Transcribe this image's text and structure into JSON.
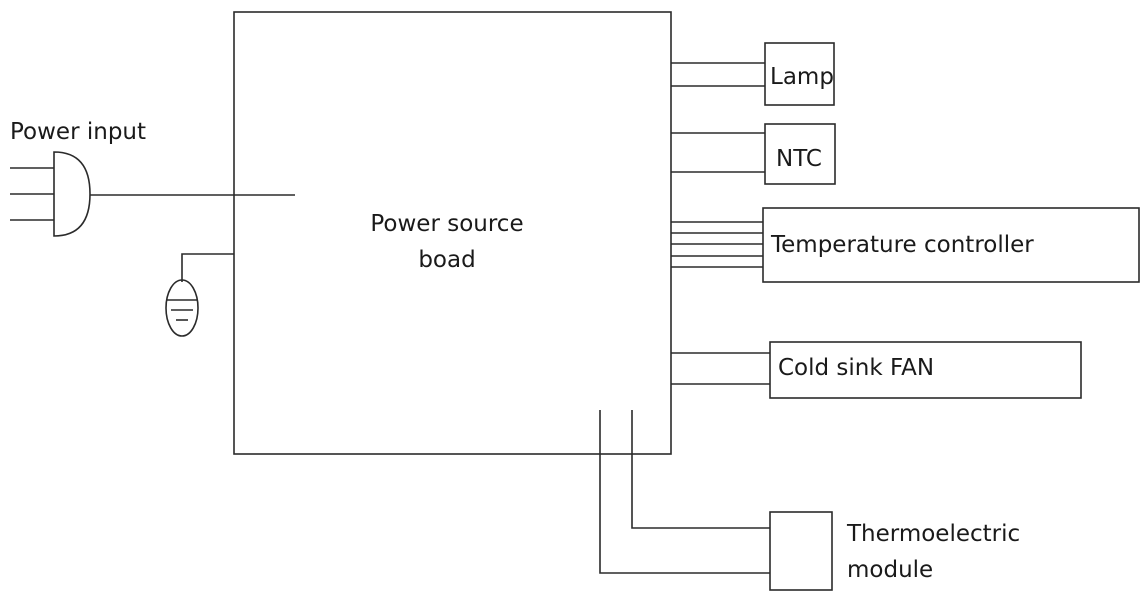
{
  "labels": {
    "power_input": "Power input",
    "power_source_line1": "Power source",
    "power_source_line2": "boad",
    "lamp": "Lamp",
    "ntc": "NTC",
    "temperature_controller": "Temperature controller",
    "cold_sink_fan": "Cold sink FAN",
    "thermoelectric_line1": "Thermoelectric",
    "thermoelectric_line2": "module"
  },
  "icons": {
    "plug": "plug-icon",
    "ground": "ground-icon"
  }
}
